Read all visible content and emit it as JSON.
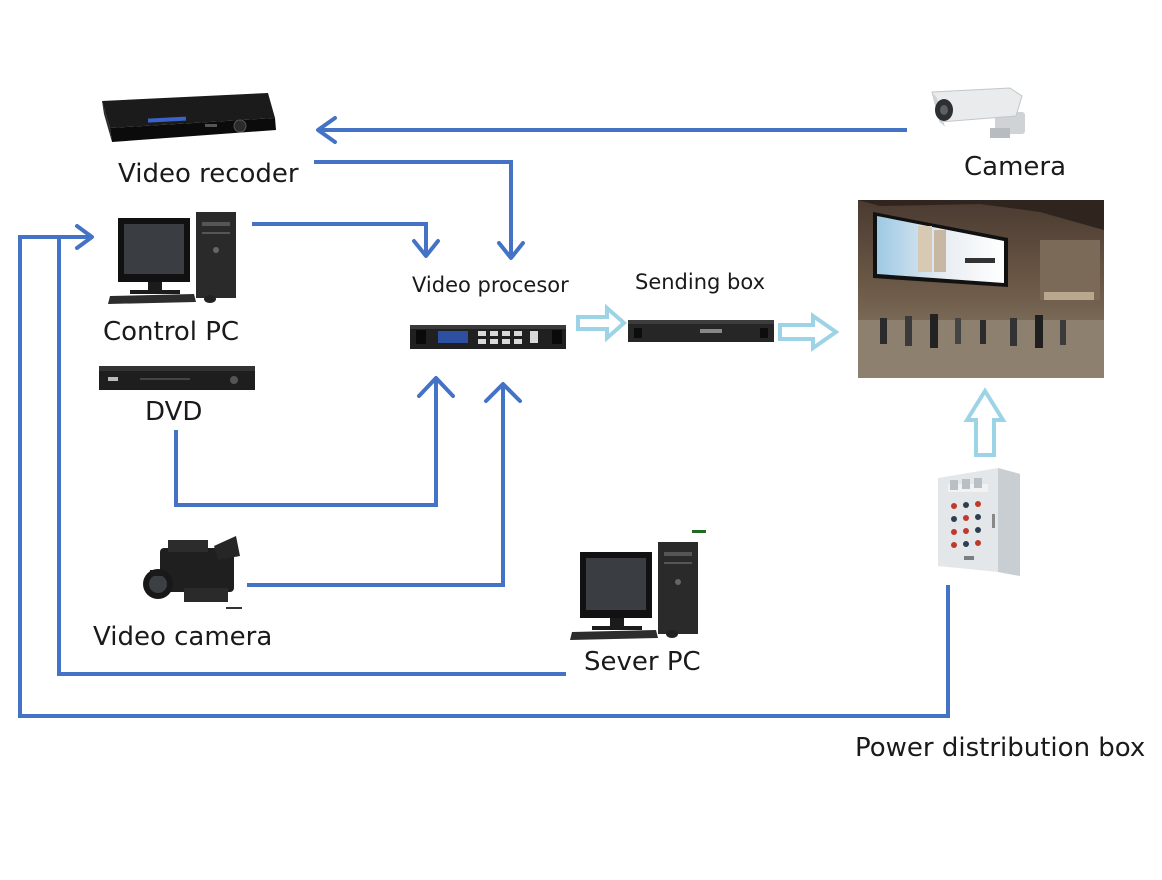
{
  "labels": {
    "video_recorder": "Video recoder",
    "camera": "Camera",
    "control_pc": "Control PC",
    "video_processor": "Video procesor",
    "sending_box": "Sending box",
    "dvd": "DVD",
    "video_camera": "Video camera",
    "server_pc": "Sever PC",
    "power_box": "Power distribution box"
  },
  "devices": {
    "video_recorder": "dvr-icon",
    "camera": "cctv-camera-icon",
    "control_pc": "desktop-computer-icon",
    "dvd": "dvd-player-icon",
    "video_processor": "rack-video-processor-icon",
    "sending_box": "rack-sending-box-icon",
    "video_camera": "camcorder-icon",
    "server_pc": "desktop-computer-icon",
    "power_box": "electrical-cabinet-icon",
    "led_screen": "led-billboard-photo"
  },
  "colors": {
    "connector": "#4472c4",
    "hollow_arrow": "#9dd3e6"
  }
}
